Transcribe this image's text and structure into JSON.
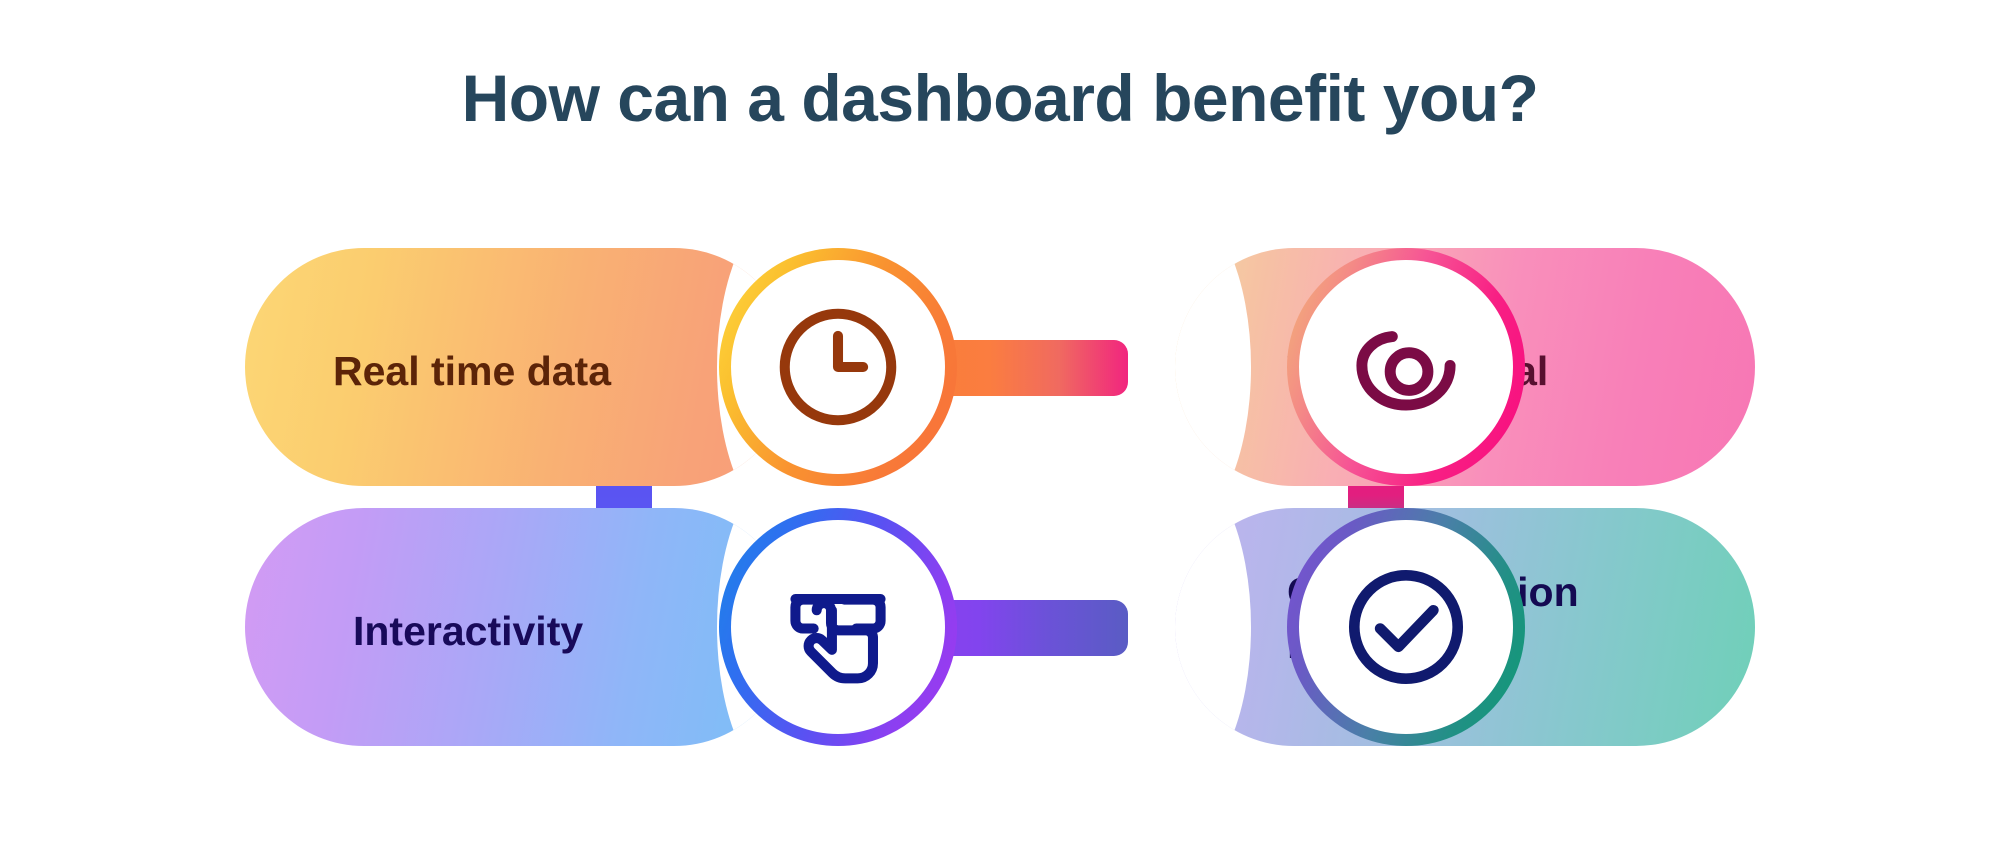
{
  "title": "How can a dashboard benefit you?",
  "colors": {
    "title_text": "#26465c",
    "background": "#ffffff",
    "real_time_text": "#5c2408",
    "visual_text": "#581030",
    "interactivity_text": "#180a5a",
    "quick_text": "#140a52",
    "clock_icon": "#96380c",
    "eye_icon": "#7b0b45",
    "tap_icon": "#0f1a8c",
    "check_icon": "#101a6e",
    "ring_orange_from": "#fdd93f",
    "ring_orange_to": "#f7703c",
    "ring_pink_from": "#f2b776",
    "ring_pink_to": "#f70c7e",
    "ring_blue_from": "#1d84e8",
    "ring_blue_to": "#a139ee",
    "ring_teal_from": "#7a50d4",
    "ring_teal_to": "#0e9b74"
  },
  "benefits": [
    {
      "id": "real-time-data",
      "label": "Real time data",
      "icon": "clock-icon",
      "position": "top-left",
      "pill_gradient": [
        "#fcd775",
        "#f79b7a"
      ]
    },
    {
      "id": "visual-appeal",
      "label": "Visual appeal",
      "icon": "eye-icon",
      "position": "top-right",
      "pill_gradient": [
        "#f2d9a4",
        "#f777b4"
      ]
    },
    {
      "id": "interactivity",
      "label": "Interactivity",
      "icon": "tap-icon",
      "position": "bottom-left",
      "pill_gradient": [
        "#d39bf4",
        "#79c0f6"
      ]
    },
    {
      "id": "quick-decision-making",
      "label": "Quick decision\nmaking",
      "icon": "check-circle-icon",
      "position": "bottom-right",
      "pill_gradient": [
        "#c1b2ef",
        "#6fd0b8"
      ]
    }
  ]
}
